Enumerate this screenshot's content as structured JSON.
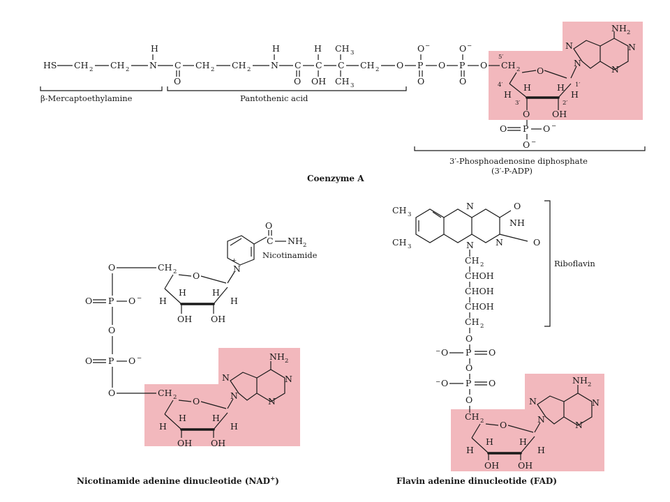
{
  "coa": {
    "chain": {
      "hs": "HS",
      "ch2": "CH",
      "two": "2",
      "n": "N",
      "h": "H",
      "c": "C",
      "o": "O",
      "oh": "OH",
      "ch3": "CH",
      "three": "3",
      "p": "P",
      "minus": "−"
    },
    "brackets": {
      "mercapto": "β-Mercaptoethylamine",
      "pantothenic": "Pantothenic acid",
      "padp_line1": "3′-Phosphoadenosine diphosphate",
      "padp_line2": "(3′-P-ADP)"
    },
    "ring_numbers": {
      "c5": "5′",
      "c4": "4′",
      "c3": "3′",
      "c2": "2′",
      "c1": "1′"
    },
    "adenine": {
      "nh2": "NH",
      "nh2_sub": "2"
    },
    "title": "Coenzyme A"
  },
  "nad": {
    "nicotinamide_group": {
      "c": "C",
      "nh2": "NH",
      "nh2_sub": "2",
      "o": "O",
      "plus": "+"
    },
    "nicotinamide_label": "Nicotinamide",
    "adenine": {
      "nh2": "NH",
      "nh2_sub": "2"
    },
    "title": "Nicotinamide adenine dinucleotide (NAD",
    "title_sup": "+",
    "title_end": ")"
  },
  "fad": {
    "chains": [
      "CHOH",
      "CHOH",
      "CHOH"
    ],
    "ch3": "CH",
    "three": "3",
    "nh": "NH",
    "riboflavin_label": "Riboflavin",
    "adenine": {
      "nh2": "NH",
      "nh2_sub": "2"
    },
    "title": "Flavin adenine dinucleotide (FAD)"
  },
  "colors": {
    "highlight": "#f2b8bd",
    "ink": "#1a1a1a"
  }
}
